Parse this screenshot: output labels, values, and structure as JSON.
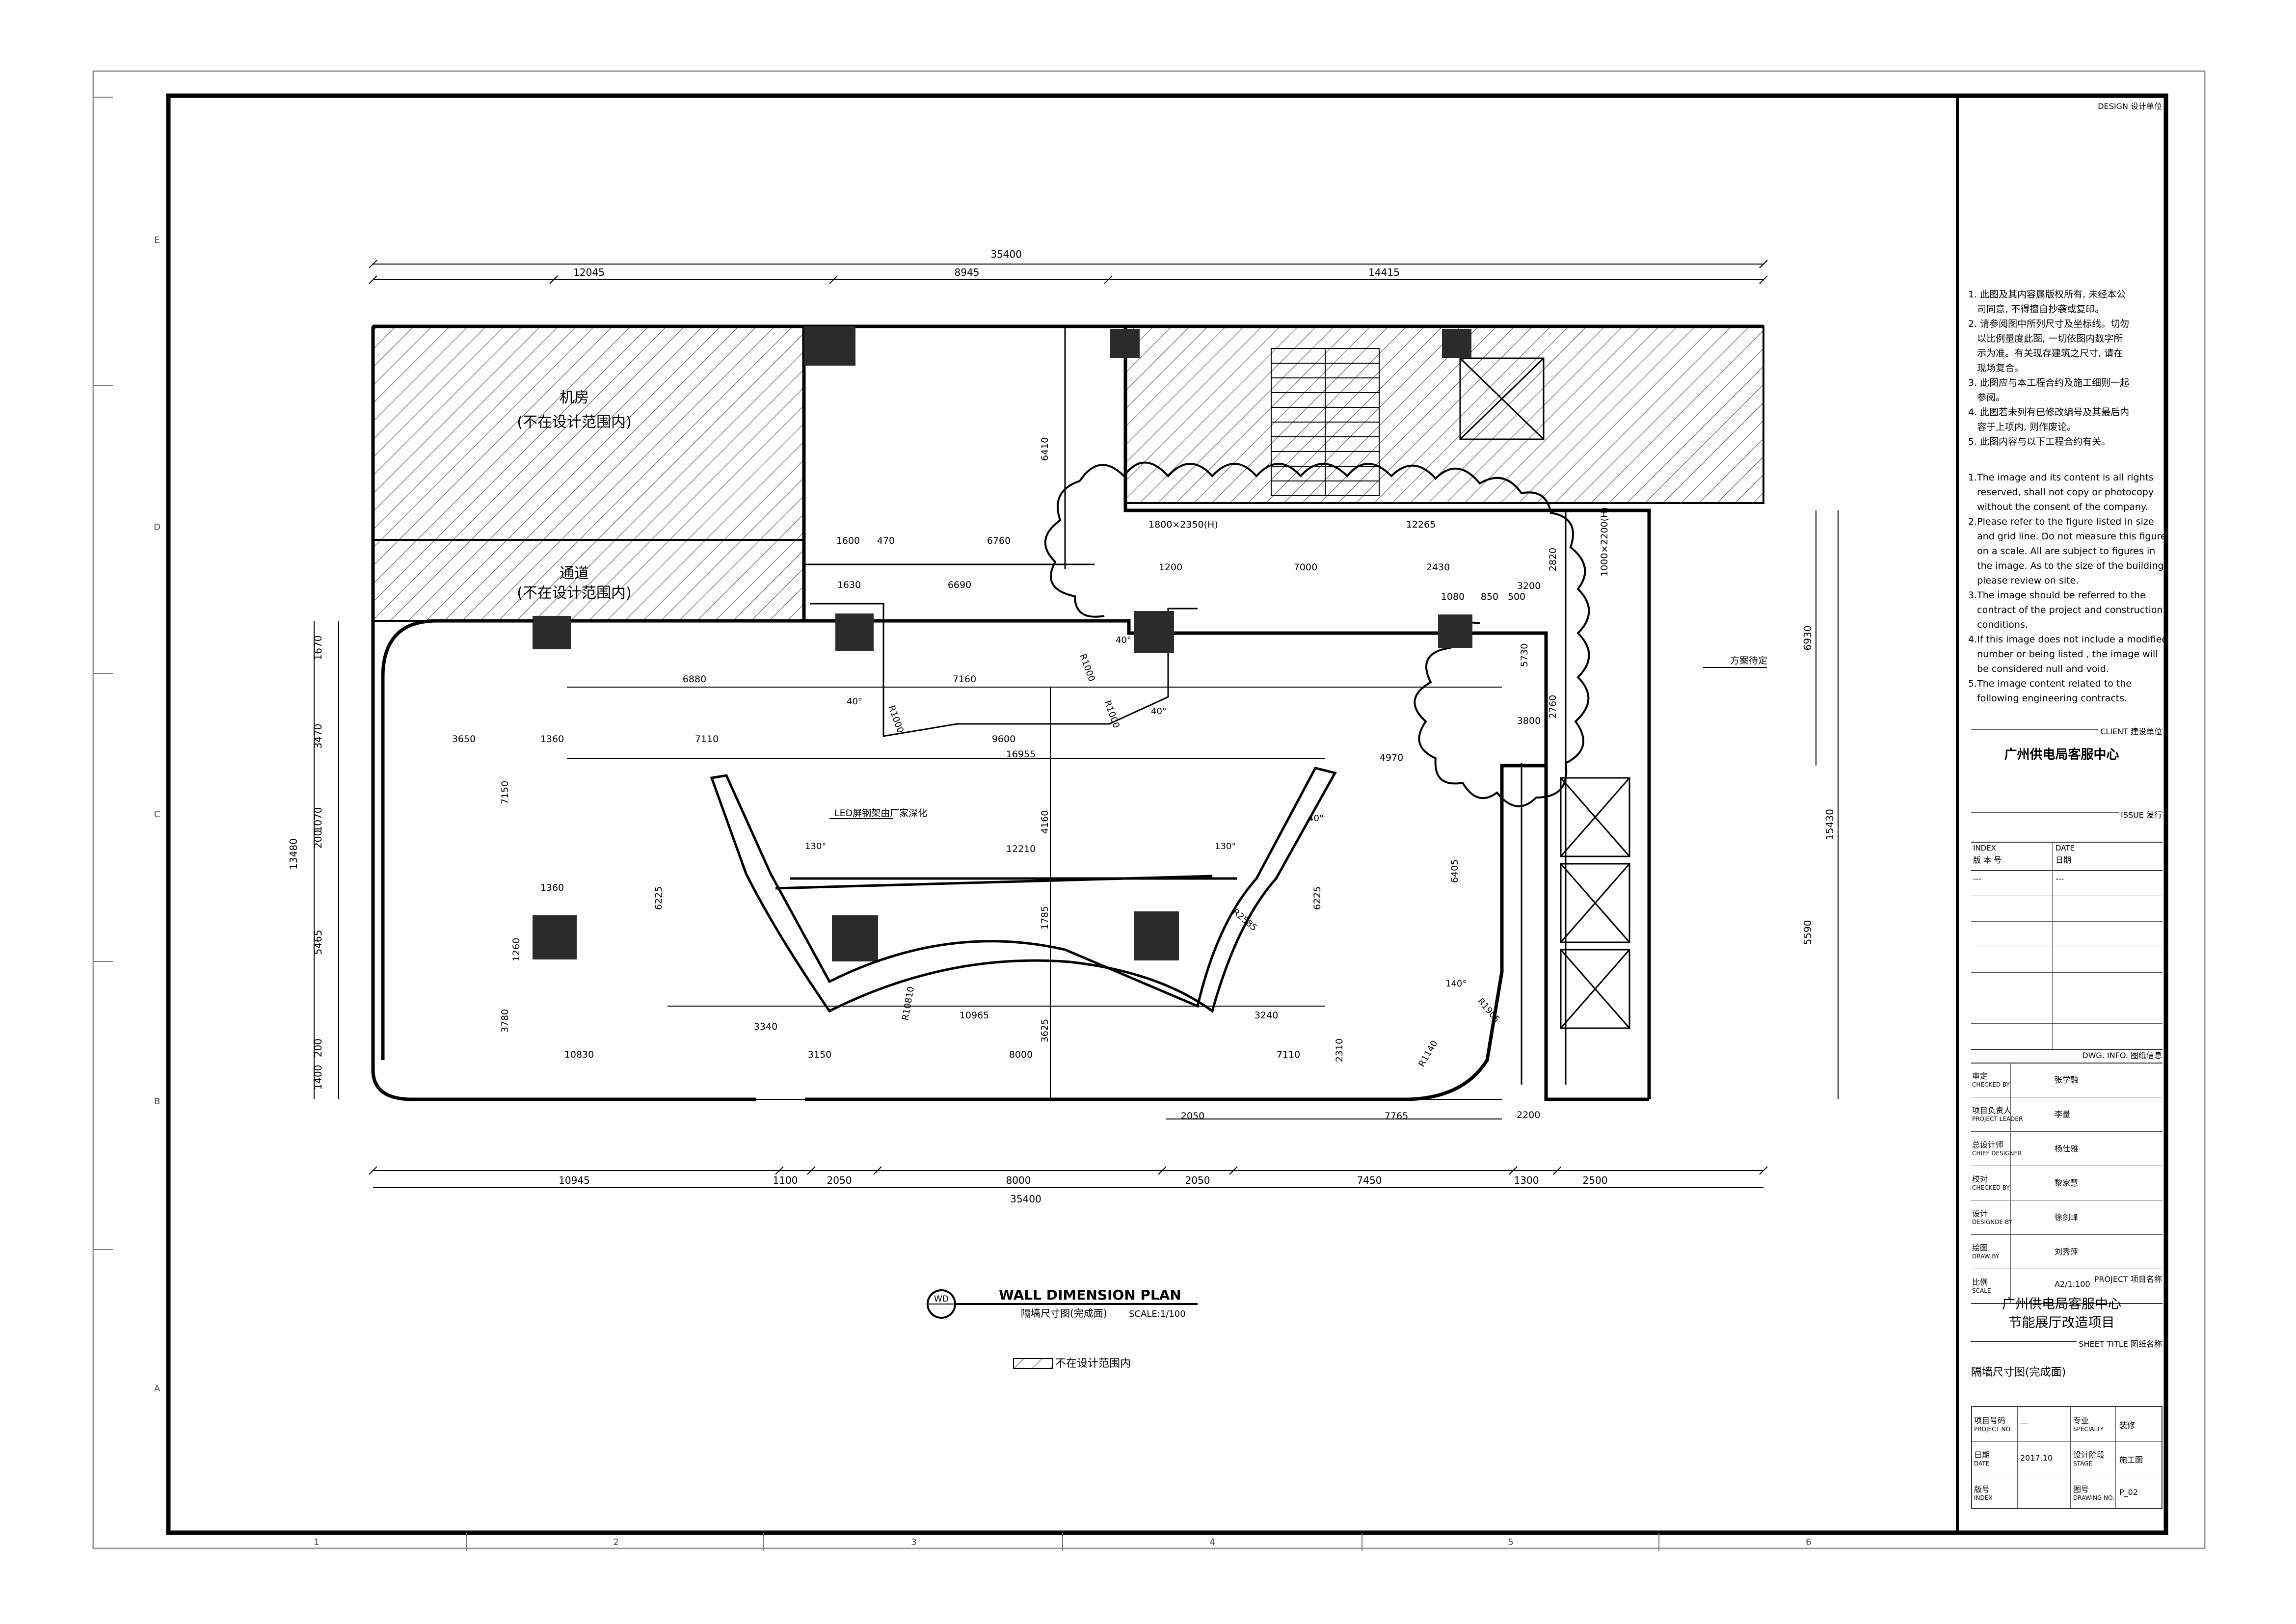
{
  "drawing": {
    "rooms": {
      "machine_room": "机房",
      "machine_room_note": "(不在设计范围内)",
      "corridor": "通道",
      "corridor_note": "(不在设计范围内)"
    },
    "top_dims": [
      "35400",
      "12045",
      "8945",
      "14415"
    ],
    "bottom_dims": [
      "10945",
      "1100",
      "2050",
      "8000",
      "2050",
      "7450",
      "1300",
      "2500",
      "35400"
    ],
    "left_dims": [
      "1670",
      "3470",
      "1070",
      "200",
      "5465",
      "200",
      "1400",
      "13480"
    ],
    "right_dims": [
      "6930",
      "15430",
      "5590"
    ],
    "interior_dims": [
      "6410",
      "1600",
      "470",
      "6760",
      "6690",
      "1630",
      "12265",
      "7000",
      "2430",
      "1200",
      "1080",
      "850",
      "500",
      "6880",
      "7160",
      "9600",
      "16955",
      "4970",
      "7110",
      "12210",
      "4160",
      "1785",
      "3625",
      "3150",
      "8000",
      "7110",
      "10830",
      "10965",
      "3340",
      "3240",
      "7765",
      "2050",
      "6225",
      "6225",
      "5730",
      "3200",
      "3800",
      "2760",
      "2820",
      "6405",
      "1360",
      "1360",
      "3650",
      "7150",
      "3780",
      "1260",
      "2310"
    ],
    "leader_labels": [
      "LED屏钢架由厂家深化",
      "方案待定",
      "1800×2350(H)",
      "1000×2200(H)",
      "2200"
    ],
    "angle_labels": [
      "130°",
      "130°",
      "40°",
      "40°",
      "40°",
      "40°",
      "140°"
    ],
    "radius_labels": [
      "R1000",
      "R1000",
      "R1000",
      "R2585",
      "R10810",
      "R1905",
      "R1140"
    ],
    "title": "WALL DIMENSION PLAN",
    "subtitle": "隔墙尺寸图(完成面)",
    "scale": "SCALE:1/100",
    "marker": "WD",
    "legend_text": "不在设计范围内",
    "grid_columns": [
      "1",
      "2",
      "3",
      "4",
      "5",
      "6"
    ],
    "grid_rows": [
      "E",
      "D",
      "C",
      "B",
      "A"
    ]
  },
  "title_block": {
    "design_label": "DESIGN 设计单位",
    "notes_cn": [
      "1. 此图及其内容属版权所有, 未经本公",
      "   司同意, 不得擅自抄袭或复印。",
      "2. 请参阅图中所列尺寸及坐标线。切勿",
      "   以比例量度此图, 一切依图内数字所",
      "   示为准。有关现存建筑之尺寸, 请在",
      "   现场复合。",
      "3. 此图应与本工程合约及施工细则一起",
      "   参阅。",
      "4. 此图若未列有已修改编号及其最后内",
      "   容于上项内, 则作废论。",
      "5. 此图内容与以下工程合约有关。"
    ],
    "notes_en": [
      "1.The image and its content is all rights",
      "   reserved, shall not copy or photocopy",
      "   without the consent of the company.",
      "2.Please refer to the figure listed in size",
      "   and grid line. Do not measure this figure",
      "   on a scale. All are subject to figures in",
      "   the image. As to the size of the building,",
      "   please review on site.",
      "3.The image should be referred to the",
      "   contract of the project and construction",
      "   conditions.",
      "4.If this image does not include a modified",
      "   number or being listed , the image will",
      "   be considered null and void.",
      "5.The image content related to the",
      "   following engineering contracts."
    ],
    "client_label": "CLIENT 建设单位",
    "client_name": "广州供电局客服中心",
    "issue_label": "ISSUE 发行",
    "index_label": "INDEX",
    "index_cn": "版 本 号",
    "date_label": "DATE",
    "date_cn": "日期",
    "index_value": "---",
    "date_value": "---",
    "dwg_info_label": "DWG. INFO. 图纸信息",
    "people": [
      {
        "cn": "审定",
        "en": "CHECKED BY",
        "name": "张学融"
      },
      {
        "cn": "项目负责人",
        "en": "PROJECT LEADER",
        "name": "李量"
      },
      {
        "cn": "总设计师",
        "en": "CHIEF DESIGNER",
        "name": "杨仕雅"
      },
      {
        "cn": "校对",
        "en": "CHECKED BY",
        "name": "黎家慧"
      },
      {
        "cn": "设计",
        "en": "DESIGNDE BY",
        "name": "徐剑峰"
      },
      {
        "cn": "绘图",
        "en": "DRAW BY",
        "name": "刘秀萍"
      },
      {
        "cn": "比例",
        "en": "SCALE",
        "name": "A2/1:100"
      }
    ],
    "project_label": "PROJECT 项目名称",
    "project_name_1": "广州供电局客服中心",
    "project_name_2": "节能展厅改造项目",
    "sheet_title_label": "SHEET TITLE 图纸名称",
    "sheet_title": "隔墙尺寸图(完成面)",
    "project_no_cn": "项目号码",
    "project_no_en": "PROJECT NO.",
    "project_no_value": "---",
    "specialty_cn": "专业",
    "specialty_en": "SPECIALTY",
    "specialty_value": "装修",
    "date2_cn": "日期",
    "date2_en": "DATE",
    "date2_value": "2017.10",
    "stage_cn": "设计阶段",
    "stage_en": "STAGE",
    "stage_value": "施工图",
    "index2_cn": "版号",
    "index2_en": "INDEX",
    "drawing_no_cn": "图号",
    "drawing_no_en": "DRAWING NO.",
    "drawing_no_value": "P_02"
  }
}
